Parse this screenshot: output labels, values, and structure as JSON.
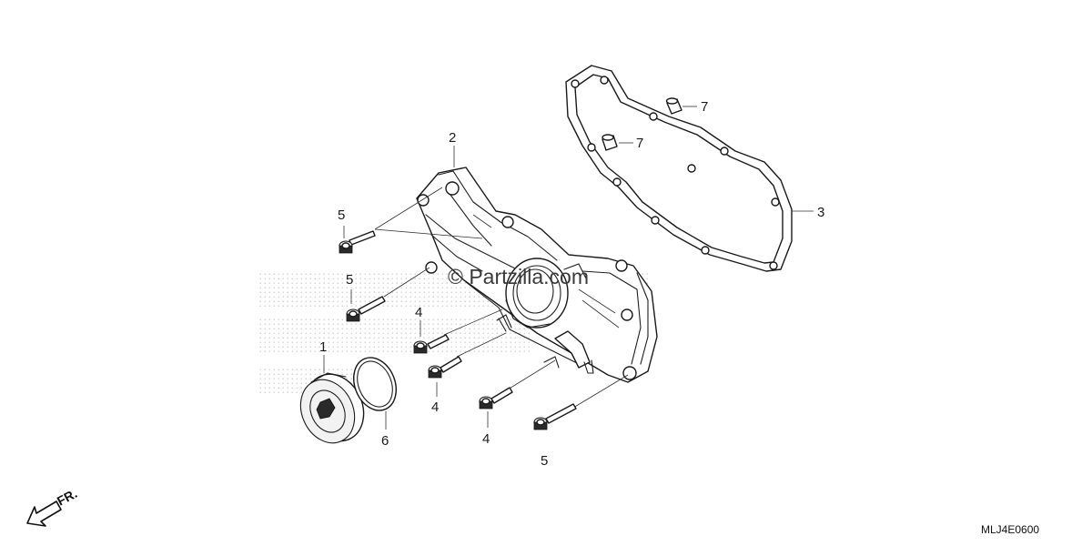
{
  "diagram": {
    "callouts": [
      "1",
      "2",
      "3",
      "4",
      "4",
      "4",
      "5",
      "5",
      "5",
      "6",
      "7",
      "7"
    ],
    "watermark": "© Partzilla.com",
    "direction_label": "FR.",
    "diagram_code": "MLJ4E0600"
  }
}
